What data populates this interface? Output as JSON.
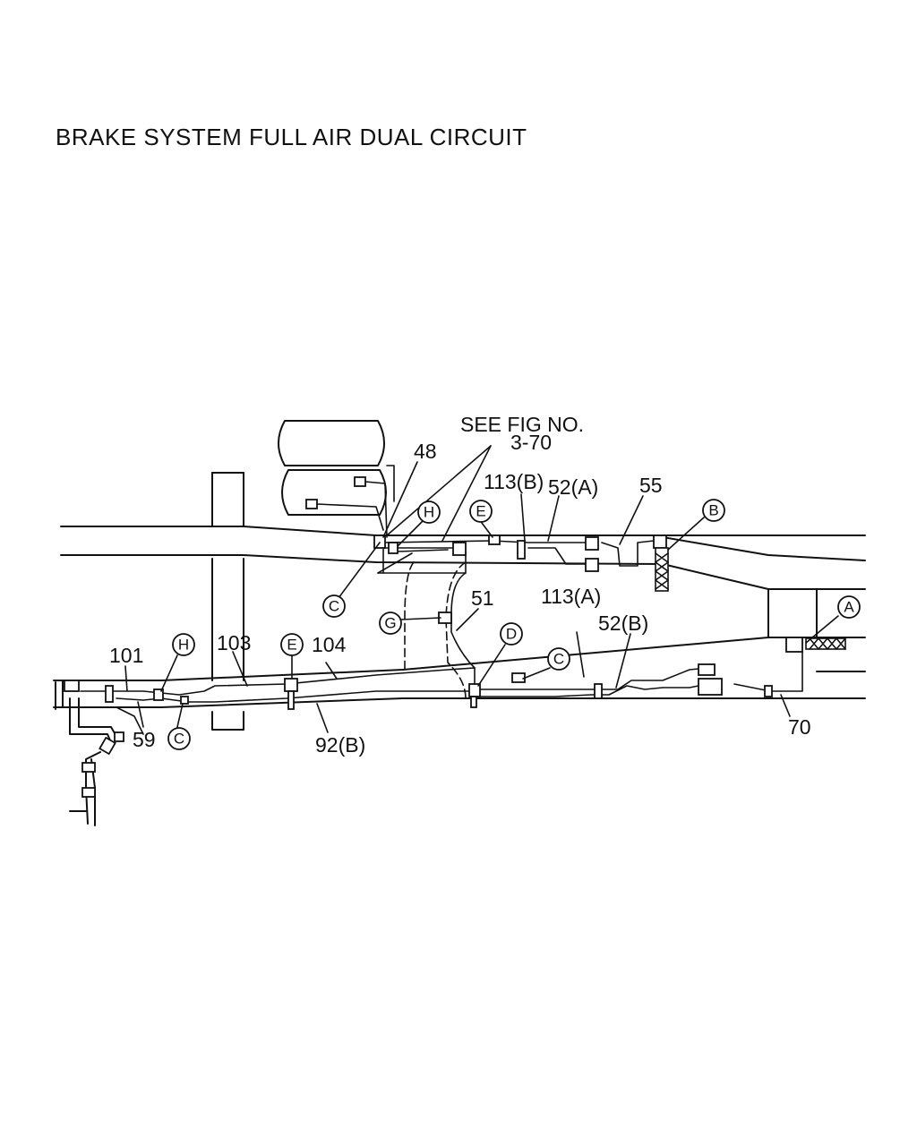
{
  "title": "BRAKE SYSTEM  FULL  AIR  DUAL CIRCUIT",
  "part_labels": {
    "see_fig_line1": "SEE  FIG NO.",
    "see_fig_line2": "3-70",
    "p48": "48",
    "p113b": "113(B)",
    "p52a": "52(A)",
    "p55": "55",
    "p51": "51",
    "p113a": "113(A)",
    "p52b": "52(B)",
    "p101": "101",
    "p103": "103",
    "p104": "104",
    "p59": "59",
    "p92b": "92(B)",
    "p70": "70"
  },
  "callouts": {
    "H1": "H",
    "E1": "E",
    "B1": "B",
    "C1": "C",
    "G1": "G",
    "A1": "A",
    "D1": "D",
    "C2": "C",
    "H2": "H",
    "E2": "E",
    "C3": "C"
  }
}
